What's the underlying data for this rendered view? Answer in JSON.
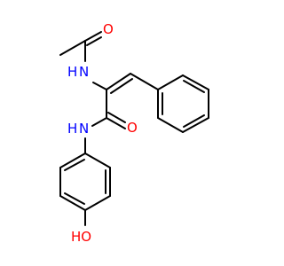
{
  "molecule": {
    "atoms": {
      "o_acetyl": {
        "symbol": "O",
        "color": "#ff0000"
      },
      "nh_acetamido": {
        "symbol": "H",
        "symbol2": "N",
        "color": "#0000ff"
      },
      "o_amide": {
        "symbol": "O",
        "color": "#ff0000"
      },
      "nh_amide": {
        "symbol": "H",
        "symbol2": "N",
        "color": "#0000ff"
      },
      "oh": {
        "symbol": "HO",
        "color": "#ff0000"
      }
    }
  }
}
